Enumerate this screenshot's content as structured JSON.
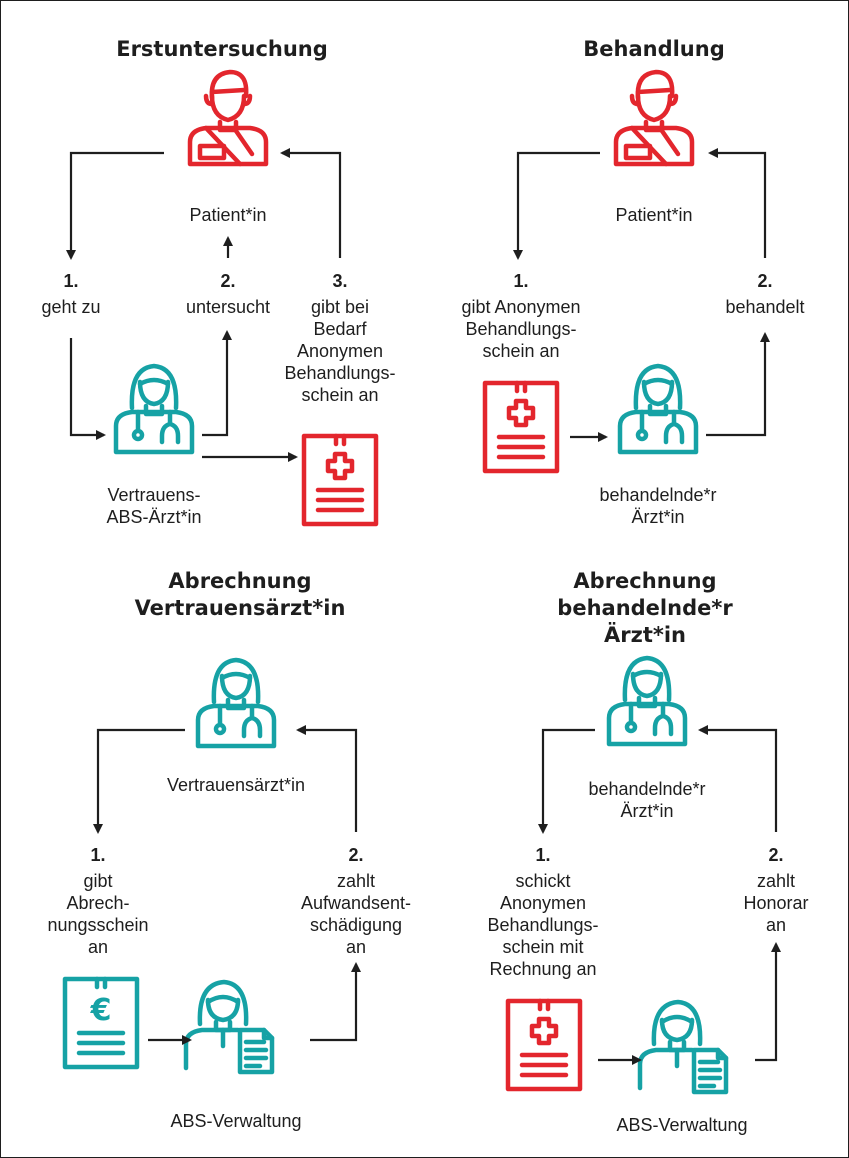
{
  "colors": {
    "red": "#e3262d",
    "teal": "#16a2a5",
    "dark": "#1e1e1e"
  },
  "icons": {
    "patient": "injured-patient-icon",
    "doctor": "doctor-icon",
    "form_red": "treatment-voucher-icon",
    "form_teal": "billing-voucher-euro-icon",
    "admin": "administrator-icon"
  },
  "panels": {
    "erst": {
      "title": "Erstuntersuchung",
      "patient": "Patient*in",
      "doctor": "Vertrauens-\nABS-Ärzt*in",
      "steps": [
        {
          "num": "1.",
          "text": "geht zu"
        },
        {
          "num": "2.",
          "text": "untersucht"
        },
        {
          "num": "3.",
          "text": "gibt bei\nBedarf\nAnonymen\nBehandlungs-\nschein an"
        }
      ]
    },
    "behand": {
      "title": "Behandlung",
      "patient": "Patient*in",
      "doctor": "behandelnde*r\nÄrzt*in",
      "steps": [
        {
          "num": "1.",
          "text": "gibt Anonymen\nBehandlungs-\nschein an"
        },
        {
          "num": "2.",
          "text": "behandelt"
        }
      ]
    },
    "abr_v": {
      "title": "Abrechnung\nVertrauensärzt*in",
      "doctor": "Vertrauensärzt*in",
      "admin": "ABS-Verwaltung",
      "steps": [
        {
          "num": "1.",
          "text": "gibt\nAbrech-\nnungsschein\nan"
        },
        {
          "num": "2.",
          "text": "zahlt\nAufwandsent-\nschädigung\nan"
        }
      ]
    },
    "abr_b": {
      "title": "Abrechnung\nbehandelnde*r Ärzt*in",
      "doctor": "behandelnde*r\nÄrzt*in",
      "admin": "ABS-Verwaltung",
      "steps": [
        {
          "num": "1.",
          "text": "schickt\nAnonymen\nBehandlungs-\nschein mit\nRechnung an"
        },
        {
          "num": "2.",
          "text": "zahlt\nHonorar\nan"
        }
      ]
    }
  }
}
